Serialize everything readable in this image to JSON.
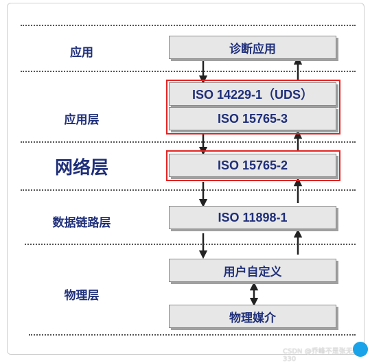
{
  "layers": {
    "application": "应用",
    "application_layer": "应用层",
    "network_layer": "网络层",
    "data_link_layer": "数据链路层",
    "physical_layer": "物理层"
  },
  "boxes": {
    "diagnostic_app": "诊断应用",
    "iso14229": "ISO 14229-1（UDS）",
    "iso15765_3": "ISO 15765-3",
    "iso15765_2": "ISO 15765-2",
    "iso11898": "ISO 11898-1",
    "user_defined": "用户自定义",
    "physical_medium": "物理媒介"
  },
  "watermark": "CSDN @乔峰不是张无忌330",
  "colors": {
    "label_text": "#1f2f7a",
    "box_fill": "#e7e7e7",
    "highlight": "#e52222"
  }
}
